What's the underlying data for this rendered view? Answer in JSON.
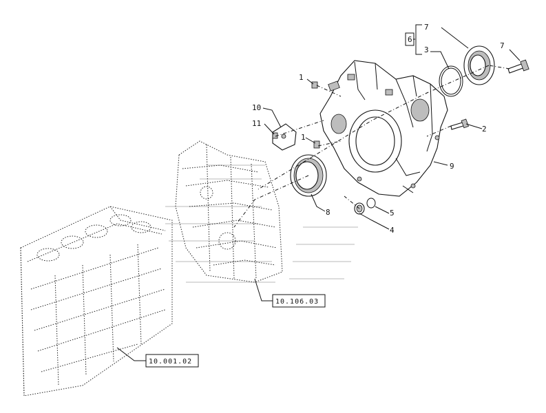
{
  "callouts": {
    "c1_top": "1",
    "c1_mid": "1",
    "c2": "2",
    "c3": "3",
    "c4": "4",
    "c5": "5",
    "c6": "6",
    "c7_kit": "7",
    "c7_bolt": "7",
    "c8": "8",
    "c9": "9",
    "c10": "10",
    "c11": "11"
  },
  "references": {
    "ref_front": "10.106.03",
    "ref_block": "10.001.02"
  }
}
